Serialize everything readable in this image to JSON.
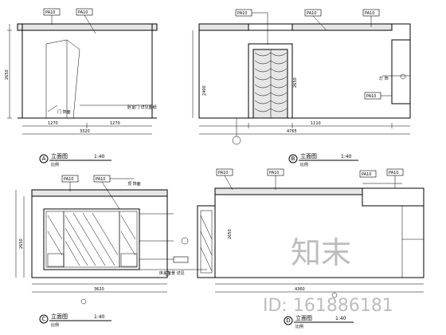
{
  "views": {
    "a": {
      "circle": "A",
      "title": "立面图",
      "scale": "1:40"
    },
    "b": {
      "circle": "B",
      "title": "立面图",
      "scale": "1:40"
    },
    "c": {
      "circle": "C",
      "title": "立面图",
      "scale": "1:40"
    },
    "d": {
      "circle": "D",
      "title": "立面图",
      "scale": "1:40"
    }
  },
  "tags": {
    "a1": "PA10",
    "a2": "PA10",
    "b1": "PA10",
    "b2": "PA10",
    "b3": "PA10",
    "b4": "PA10",
    "c1": "PA10",
    "c2": "PA10",
    "d1": "PA10",
    "d2": "PA10",
    "d3": "PA10",
    "d4": "PA10"
  },
  "dims": {
    "a_total": "3320",
    "a_left": "1270",
    "a_right": "1270",
    "a_height": "2650",
    "b_total": "4765",
    "b_mid": "1110",
    "b_height": "2650",
    "c_total": "3620",
    "c_height": "2650",
    "d_total": "4360",
    "d_height": "2650"
  },
  "watermark": {
    "brand": "知末",
    "id": "ID: 161886181"
  }
}
